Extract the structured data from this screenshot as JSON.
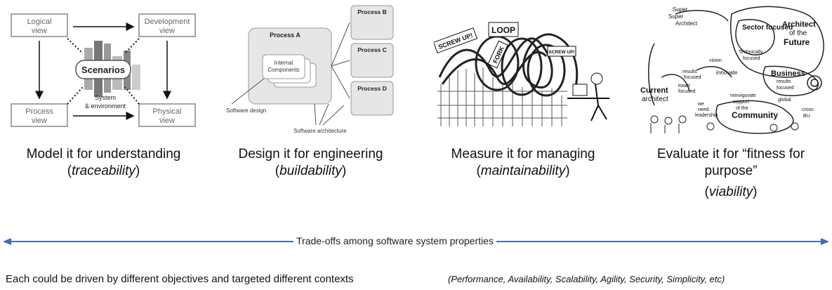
{
  "panel1": {
    "logical": [
      "Logical",
      "view"
    ],
    "development": [
      "Development",
      "view"
    ],
    "process": [
      "Process",
      "view"
    ],
    "physical": [
      "Physical",
      "view"
    ],
    "scenarios": "Scenarios",
    "system": [
      "System",
      "& environment"
    ]
  },
  "panel2": {
    "process_a": "Process A",
    "internal": [
      "Internal",
      "Components"
    ],
    "process_b": "Process B",
    "process_c": "Process C",
    "process_d": "Process D",
    "software_design": "Software design",
    "software_architecture": "Software architecture"
  },
  "panel3": {
    "screw_up_left": "SCREW UP!",
    "loop": "LOOP",
    "fork": "FORK",
    "screw_up_right": "SCREW UP!"
  },
  "panel4": {
    "sector_focused": "Sector focused",
    "architect_future": [
      "Architect",
      "of the",
      "Future"
    ],
    "super_architect": [
      "Super",
      "Super",
      "Architect"
    ],
    "technically_focused": [
      "Technically",
      "focused"
    ],
    "results_focused": [
      "results",
      "focused"
    ],
    "innovate": "innovate",
    "vision": "vision",
    "current_architect": [
      "Current",
      "architect"
    ],
    "tower_focused": [
      "tower",
      "focused"
    ],
    "business_results": [
      "Business",
      "results",
      "focused"
    ],
    "reinvigorate": [
      "reinvigorate",
      "support",
      "of the"
    ],
    "community": "Community",
    "global": "global",
    "cross_bu": [
      "cross",
      "BU"
    ],
    "leadership": [
      "we",
      "need",
      "leadership"
    ]
  },
  "captions": {
    "c1_line1": "Model it for understanding",
    "c1_line2": "traceability",
    "c2_line1": "Design it for engineering",
    "c2_line2": "buildability",
    "c3_line1": "Measure it for managing",
    "c3_line2": "maintainability",
    "c4_line1": "Evaluate it for “fitness for",
    "c4_line2": "purpose”",
    "c4_line3": "viability"
  },
  "tradeoff_label": "Trade-offs among software system properties",
  "footer_left": "Each could be driven by different objectives and targeted different contexts",
  "footer_right": "(Performance, Availability, Scalability, Agility, Security, Simplicity, etc)",
  "colors": {
    "arrow": "#3a6fb0",
    "box_stroke": "#888888",
    "process_fill": "#e6e6e6"
  }
}
